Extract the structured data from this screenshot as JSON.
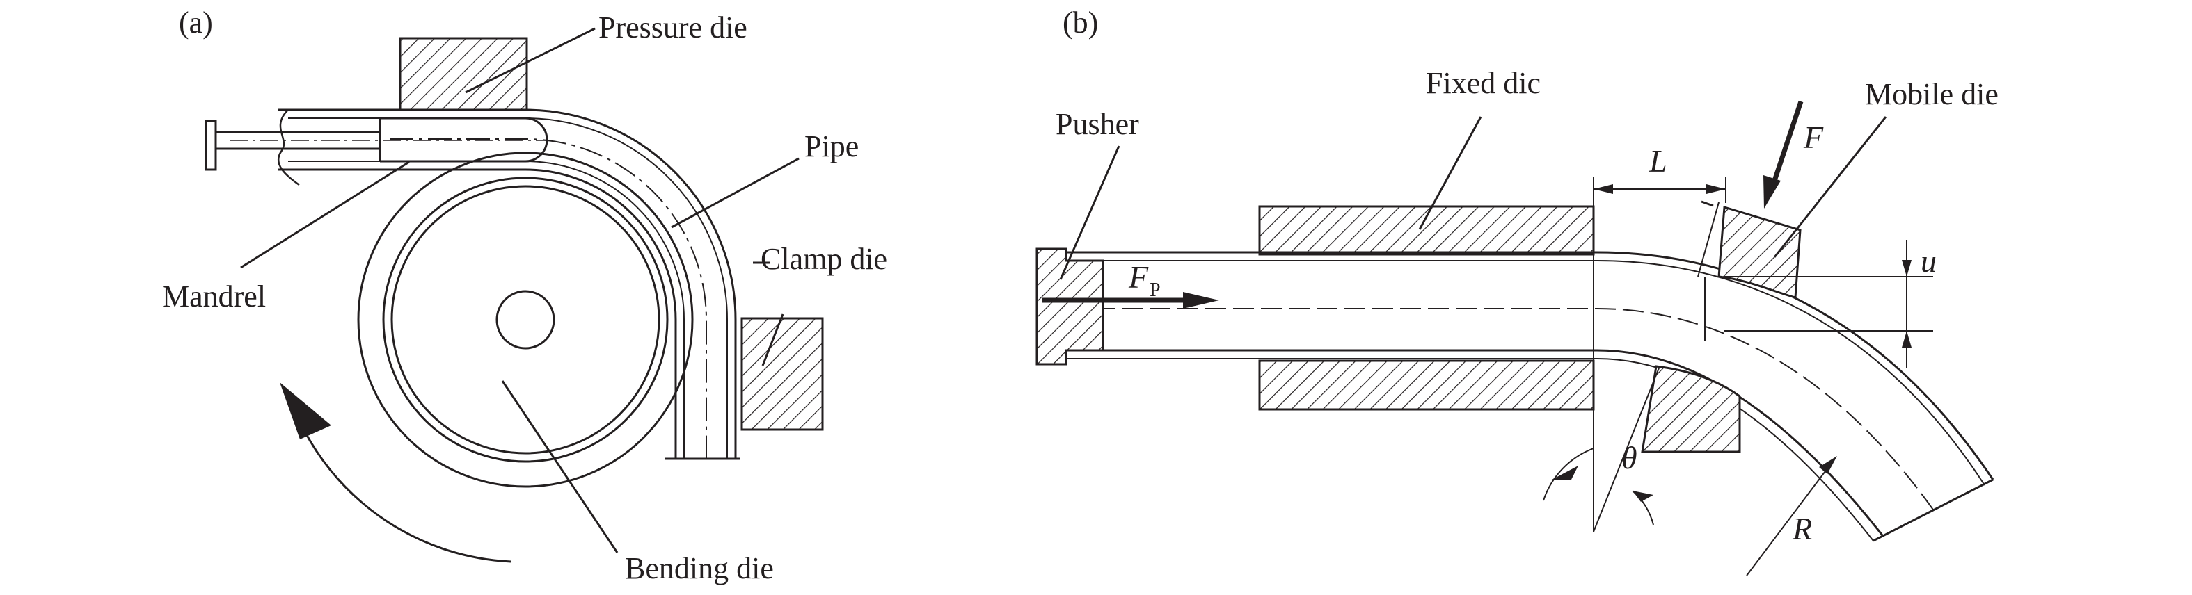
{
  "panel_a": {
    "tag": "(a)",
    "labels": {
      "pressure_die": "Pressure die",
      "pipe": "Pipe",
      "clamp_die": "Clamp die",
      "mandrel": "Mandrel",
      "bending_die": "Bending die"
    }
  },
  "panel_b": {
    "tag": "(b)",
    "labels": {
      "pusher": "Pusher",
      "fixed_die": "Fixed dic",
      "mobile_die": "Mobile die",
      "force_push_symbol": "F",
      "force_push_subscript": "P",
      "length_symbol": "L",
      "force_symbol": "F",
      "offset_symbol": "u",
      "angle_symbol": "θ",
      "radius_symbol": "R"
    }
  },
  "colors": {
    "ink": "#231f20",
    "background": "#ffffff"
  }
}
